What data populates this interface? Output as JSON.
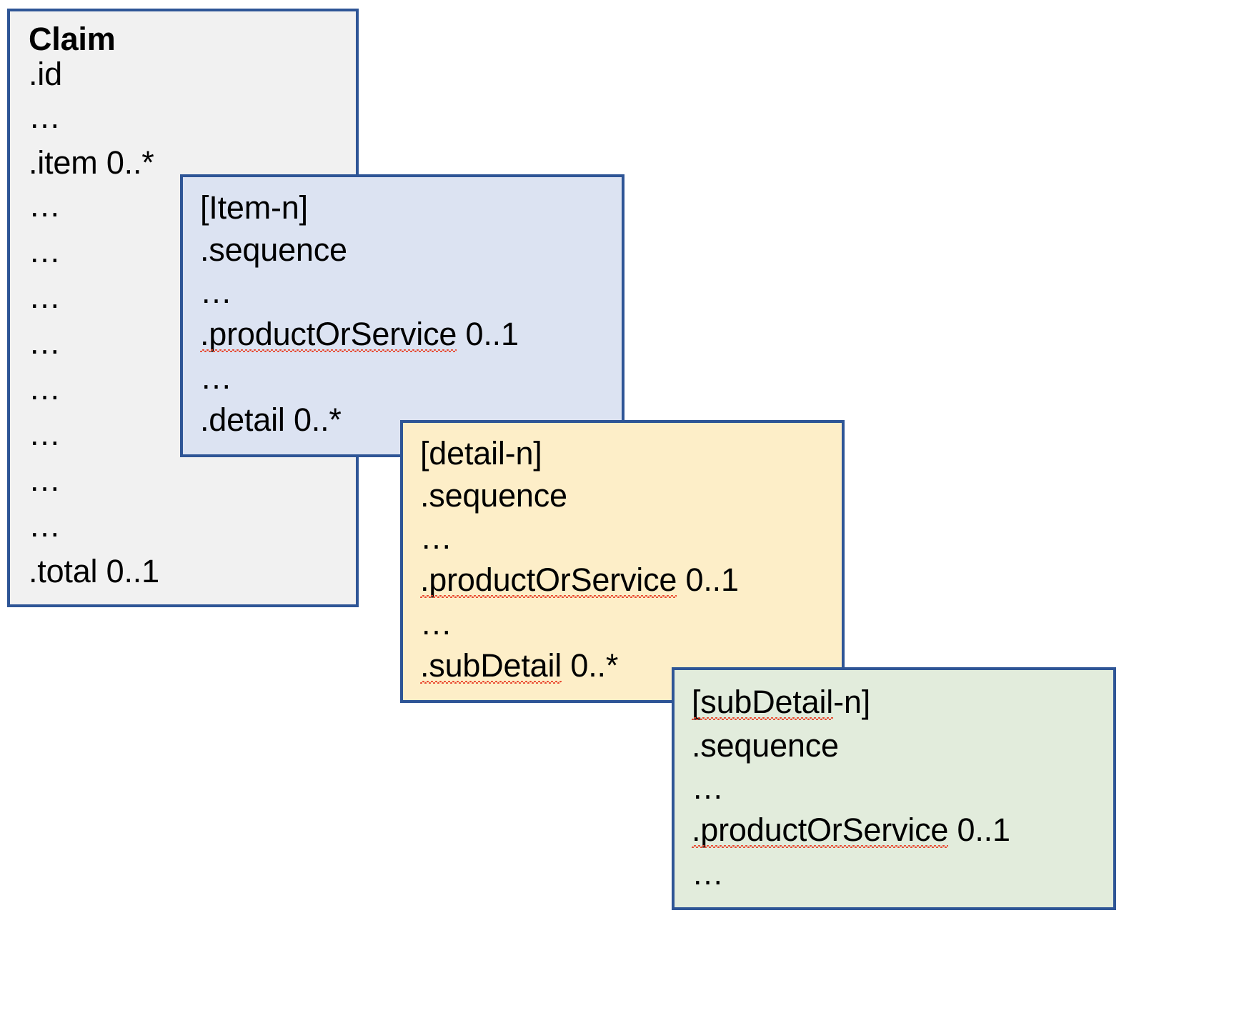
{
  "diagram": {
    "title": "FHIR Claim resource nesting structure",
    "colors": {
      "border": "#2e5596",
      "claim_fill": "#f1f1f1",
      "item_fill": "#dce3f2",
      "detail_fill": "#fdeec8",
      "subdetail_fill": "#e2ecdc",
      "text": "#000000",
      "spellcheck_underline": "#e8472e"
    },
    "nodes": {
      "claim": {
        "name": "Claim",
        "lines": [
          {
            "text": "Claim",
            "style": "bold",
            "misspelled": false
          },
          {
            "text": ".id",
            "style": "normal",
            "misspelled": false
          },
          {
            "text": "…",
            "style": "ellipsis",
            "misspelled": false
          },
          {
            "text": ".item 0..*",
            "style": "normal",
            "misspelled": false
          },
          {
            "text": "…",
            "style": "ellipsis",
            "misspelled": false
          },
          {
            "text": "…",
            "style": "ellipsis",
            "misspelled": false
          },
          {
            "text": "…",
            "style": "ellipsis",
            "misspelled": false
          },
          {
            "text": "…",
            "style": "ellipsis",
            "misspelled": false
          },
          {
            "text": "…",
            "style": "ellipsis",
            "misspelled": false
          },
          {
            "text": "…",
            "style": "ellipsis",
            "misspelled": false
          },
          {
            "text": "…",
            "style": "ellipsis",
            "misspelled": false
          },
          {
            "text": "…",
            "style": "ellipsis",
            "misspelled": false
          },
          {
            "text": ".total 0..1",
            "style": "normal",
            "misspelled": false
          }
        ]
      },
      "item": {
        "name": "Item",
        "lines": [
          {
            "text": "[Item-n]",
            "style": "normal",
            "misspelled": false
          },
          {
            "text": ".sequence",
            "style": "normal",
            "misspelled": false
          },
          {
            "text": "…",
            "style": "ellipsis",
            "misspelled": false
          },
          {
            "text": ".productOrService 0..1",
            "style": "normal",
            "misspelled": true,
            "misspelled_part": ".productOrService",
            "tail": " 0..1"
          },
          {
            "text": "…",
            "style": "ellipsis",
            "misspelled": false
          },
          {
            "text": ".detail 0..*",
            "style": "normal",
            "misspelled": false
          }
        ]
      },
      "detail": {
        "name": "detail",
        "lines": [
          {
            "text": "[detail-n]",
            "style": "normal",
            "misspelled": false
          },
          {
            "text": ".sequence",
            "style": "normal",
            "misspelled": false
          },
          {
            "text": "…",
            "style": "ellipsis",
            "misspelled": false
          },
          {
            "text": ".productOrService 0..1",
            "style": "normal",
            "misspelled": true,
            "misspelled_part": ".productOrService",
            "tail": " 0..1"
          },
          {
            "text": "…",
            "style": "ellipsis",
            "misspelled": false
          },
          {
            "text": ".subDetail 0..*",
            "style": "normal",
            "misspelled": true,
            "misspelled_part": ".subDetail",
            "tail": " 0..*"
          }
        ]
      },
      "subdetail": {
        "name": "subDetail",
        "lines": [
          {
            "text": "[subDetail-n]",
            "style": "normal",
            "misspelled": true,
            "misspelled_part": "[subDetail",
            "tail": "-n]"
          },
          {
            "text": ".sequence",
            "style": "normal",
            "misspelled": false
          },
          {
            "text": "…",
            "style": "ellipsis",
            "misspelled": false
          },
          {
            "text": ".productOrService 0..1",
            "style": "normal",
            "misspelled": true,
            "misspelled_part": ".productOrService",
            "tail": " 0..1"
          },
          {
            "text": "…",
            "style": "ellipsis",
            "misspelled": false
          }
        ]
      }
    }
  }
}
